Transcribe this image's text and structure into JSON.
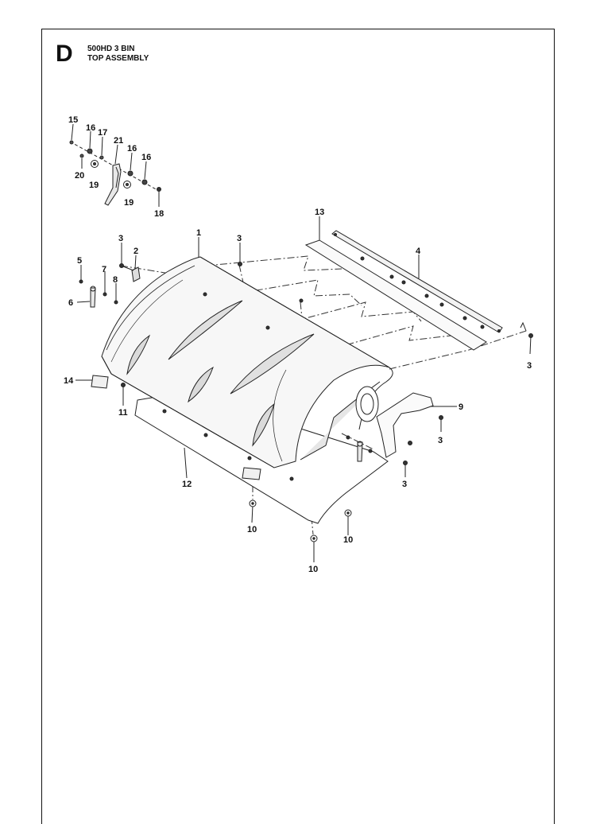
{
  "header": {
    "section": "D",
    "title_line1": "500HD 3 BIN",
    "title_line2": "TOP ASSEMBLY"
  },
  "callouts": [
    "15",
    "16",
    "17",
    "21",
    "16",
    "16",
    "20",
    "19",
    "19",
    "18",
    "13",
    "1",
    "3",
    "2",
    "4",
    "5",
    "7",
    "8",
    "6",
    "3",
    "14",
    "11",
    "9",
    "3",
    "3",
    "12",
    "10",
    "10",
    "10"
  ]
}
